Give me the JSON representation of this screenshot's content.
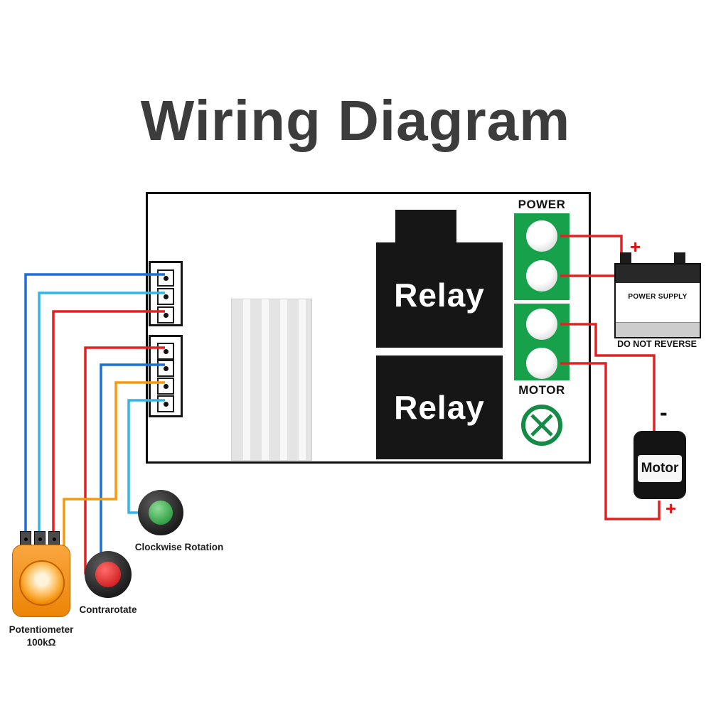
{
  "title": "Wiring Diagram",
  "board": {
    "relay1_label": "Relay",
    "relay2_label": "Relay",
    "power_label": "POWER",
    "motor_label": "MOTOR"
  },
  "power_supply": {
    "label": "POWER SUPPLY",
    "warning": "DO NOT REVERSE",
    "plus_sign": "+"
  },
  "motor": {
    "label": "Motor",
    "minus_sign": "-",
    "plus_sign": "+"
  },
  "controls": {
    "clockwise_label": "Clockwise Rotation",
    "contrarotate_label": "Contrarotate",
    "potentiometer_label": "Potentiometer",
    "potentiometer_value": "100kΩ"
  },
  "colors": {
    "wire_blue": "#1b6fd6",
    "wire_cyan": "#33b5e8",
    "wire_red": "#e02222",
    "wire_orange": "#f59a0e",
    "terminal_green": "#17a14b",
    "relay_black": "#161616",
    "button_green": "#2e9e44",
    "button_red": "#d81f1f",
    "potentiometer_orange": "#f39c12"
  }
}
